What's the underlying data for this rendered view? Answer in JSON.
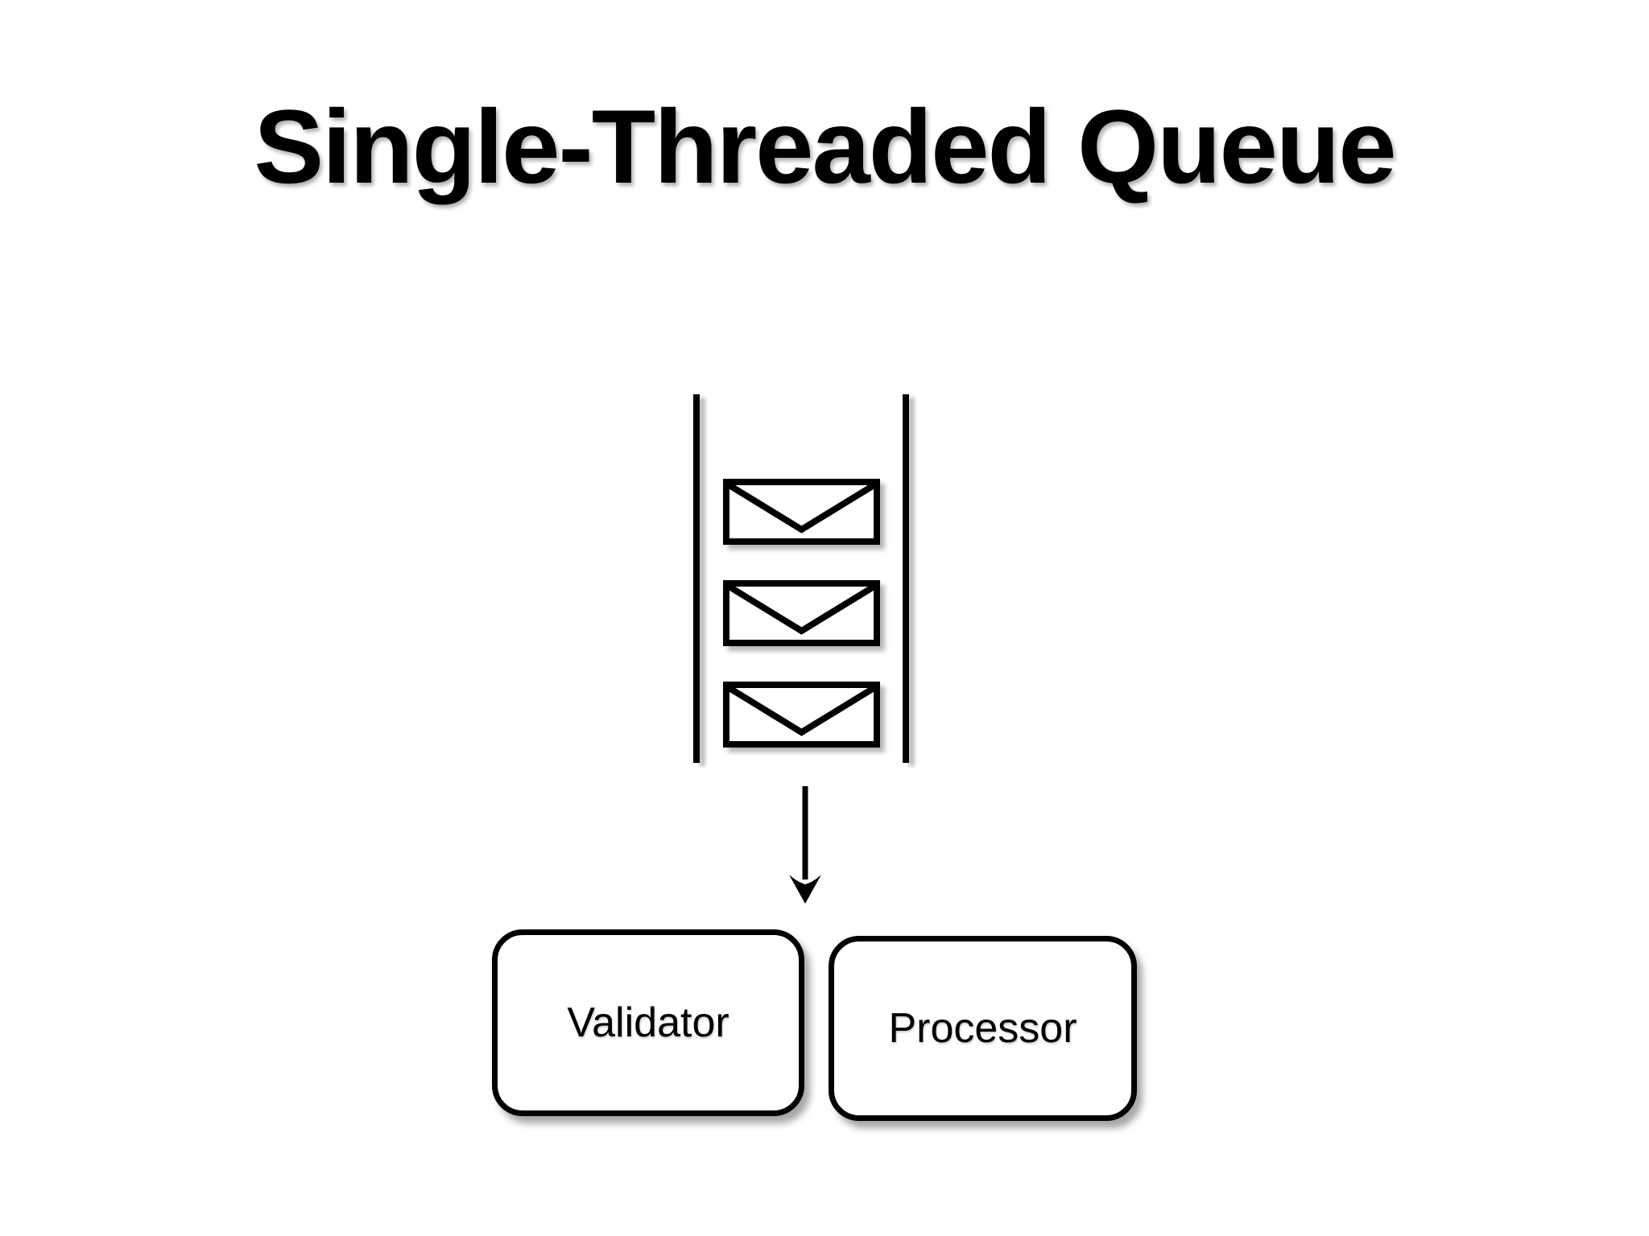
{
  "title": "Single-Threaded Queue",
  "queue": {
    "name": "message-queue",
    "envelope_count": 3,
    "item_icon": "envelope-icon"
  },
  "arrow": {
    "icon": "down-arrow-icon",
    "direction": "down"
  },
  "nodes": [
    {
      "id": "validator",
      "label": "Validator"
    },
    {
      "id": "processor",
      "label": "Processor"
    }
  ],
  "colors": {
    "background": "#ffffff",
    "ink": "#000000",
    "shadow": "rgba(0,0,0,0.3)"
  }
}
